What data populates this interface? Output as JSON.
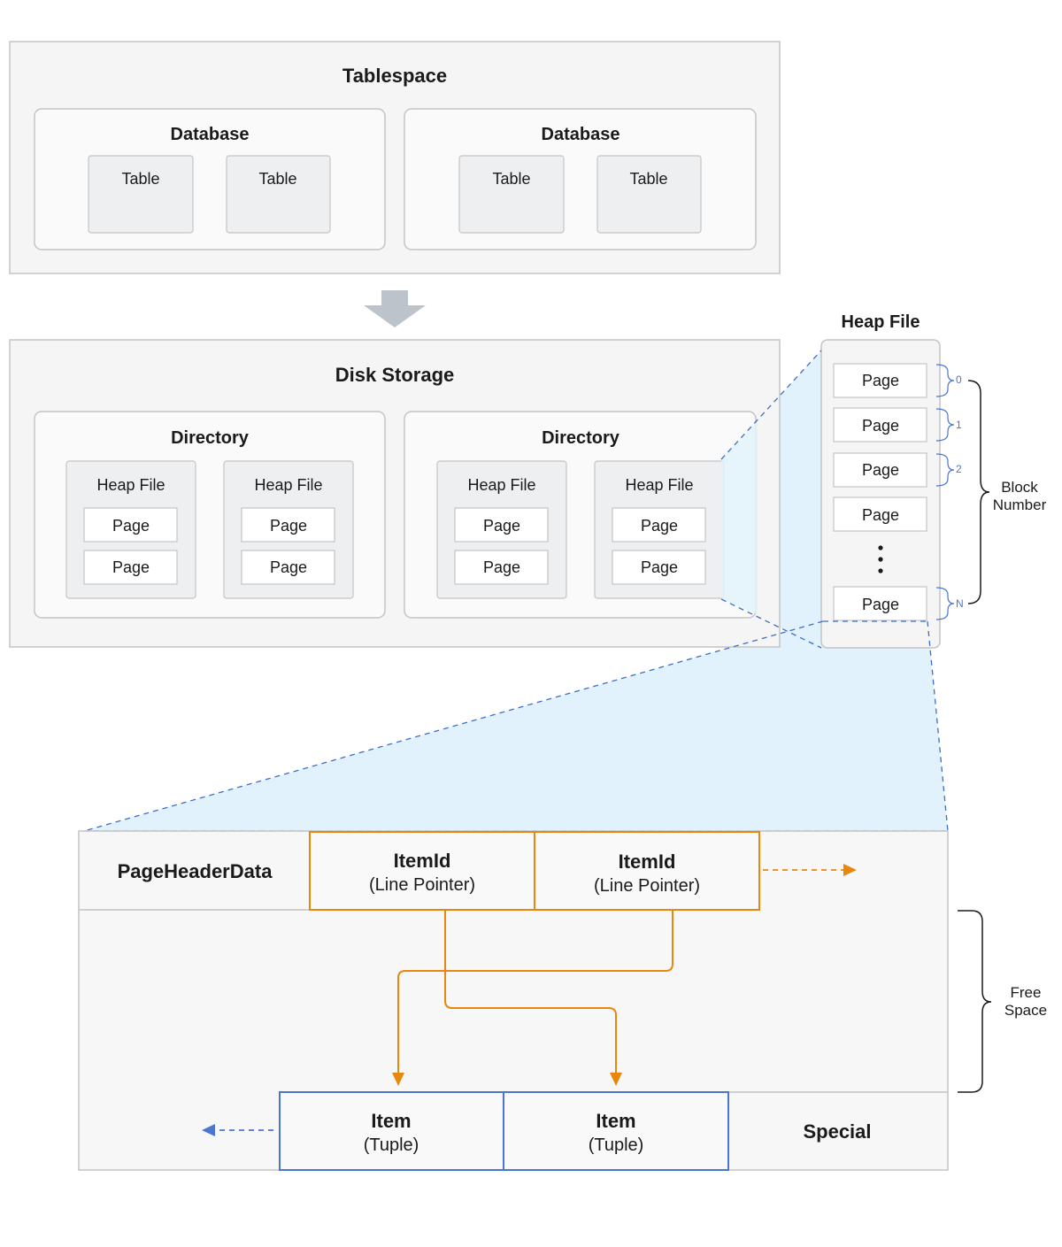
{
  "tablespace": {
    "title": "Tablespace",
    "databases": [
      {
        "label": "Database",
        "tables": [
          "Table",
          "Table"
        ]
      },
      {
        "label": "Database",
        "tables": [
          "Table",
          "Table"
        ]
      }
    ]
  },
  "disk_storage": {
    "title": "Disk Storage",
    "directories": [
      {
        "label": "Directory",
        "heap_files": [
          {
            "label": "Heap File",
            "pages": [
              "Page",
              "Page"
            ]
          },
          {
            "label": "Heap File",
            "pages": [
              "Page",
              "Page"
            ]
          }
        ]
      },
      {
        "label": "Directory",
        "heap_files": [
          {
            "label": "Heap File",
            "pages": [
              "Page",
              "Page"
            ]
          },
          {
            "label": "Heap File",
            "pages": [
              "Page",
              "Page"
            ]
          }
        ]
      }
    ]
  },
  "heap_file_detail": {
    "title": "Heap File",
    "pages": [
      "Page",
      "Page",
      "Page",
      "Page",
      "Page"
    ],
    "block_numbers": [
      "0",
      "1",
      "2",
      "N"
    ],
    "brace_label_line1": "Block",
    "brace_label_line2": "Number"
  },
  "page_layout": {
    "header": "PageHeaderData",
    "item_ids": [
      {
        "title": "ItemId",
        "subtitle": "(Line Pointer)"
      },
      {
        "title": "ItemId",
        "subtitle": "(Line Pointer)"
      }
    ],
    "items": [
      {
        "title": "Item",
        "subtitle": "(Tuple)"
      },
      {
        "title": "Item",
        "subtitle": "(Tuple)"
      }
    ],
    "special": "Special",
    "free_space_line1": "Free",
    "free_space_line2": "Space"
  },
  "colors": {
    "orange": "#e8870e",
    "blue": "#4a76d2",
    "zoom_fill": "#e2f2fc",
    "zoom_line": "#3d6fc4",
    "arrow_gray": "#bcc3ca"
  }
}
